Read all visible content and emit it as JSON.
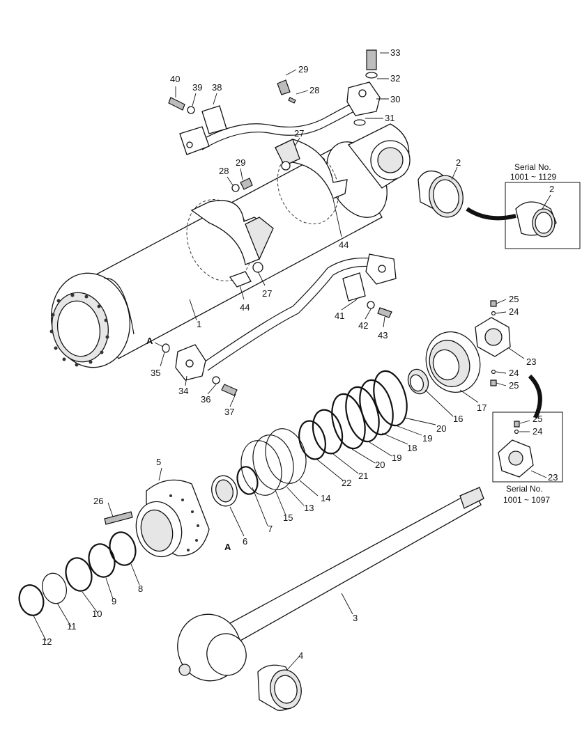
{
  "callouts": [
    {
      "id": "c33",
      "text": "33"
    },
    {
      "id": "c32",
      "text": "32"
    },
    {
      "id": "c29a",
      "text": "29"
    },
    {
      "id": "c28a",
      "text": "28"
    },
    {
      "id": "c30",
      "text": "30"
    },
    {
      "id": "c31",
      "text": "31"
    },
    {
      "id": "c40",
      "text": "40"
    },
    {
      "id": "c39",
      "text": "39"
    },
    {
      "id": "c38",
      "text": "38"
    },
    {
      "id": "c27a",
      "text": "27"
    },
    {
      "id": "c2",
      "text": "2"
    },
    {
      "id": "c28b",
      "text": "28"
    },
    {
      "id": "c29b",
      "text": "29"
    },
    {
      "id": "c44a",
      "text": "44"
    },
    {
      "id": "c27b",
      "text": "27"
    },
    {
      "id": "c44b",
      "text": "44"
    },
    {
      "id": "c1",
      "text": "1"
    },
    {
      "id": "c41",
      "text": "41"
    },
    {
      "id": "c42",
      "text": "42"
    },
    {
      "id": "c43",
      "text": "43"
    },
    {
      "id": "c25a",
      "text": "25"
    },
    {
      "id": "c24a",
      "text": "24"
    },
    {
      "id": "c23a",
      "text": "23"
    },
    {
      "id": "c24b",
      "text": "24"
    },
    {
      "id": "c25b",
      "text": "25"
    },
    {
      "id": "c35",
      "text": "35"
    },
    {
      "id": "c34",
      "text": "34"
    },
    {
      "id": "c36",
      "text": "36"
    },
    {
      "id": "c37",
      "text": "37"
    },
    {
      "id": "c17",
      "text": "17"
    },
    {
      "id": "c16",
      "text": "16"
    },
    {
      "id": "c20a",
      "text": "20"
    },
    {
      "id": "c19a",
      "text": "19"
    },
    {
      "id": "c18",
      "text": "18"
    },
    {
      "id": "c19b",
      "text": "19"
    },
    {
      "id": "c20b",
      "text": "20"
    },
    {
      "id": "c21",
      "text": "21"
    },
    {
      "id": "c22",
      "text": "22"
    },
    {
      "id": "c14",
      "text": "14"
    },
    {
      "id": "c13",
      "text": "13"
    },
    {
      "id": "c15",
      "text": "15"
    },
    {
      "id": "c5",
      "text": "5"
    },
    {
      "id": "c26",
      "text": "26"
    },
    {
      "id": "c6",
      "text": "6"
    },
    {
      "id": "c7",
      "text": "7"
    },
    {
      "id": "c8",
      "text": "8"
    },
    {
      "id": "c9",
      "text": "9"
    },
    {
      "id": "c10",
      "text": "10"
    },
    {
      "id": "c11",
      "text": "11"
    },
    {
      "id": "c12",
      "text": "12"
    },
    {
      "id": "c3",
      "text": "3"
    },
    {
      "id": "c4",
      "text": "4"
    }
  ],
  "markers": {
    "a_left": "A",
    "a_right": "A"
  },
  "inset_top": {
    "title": "Serial No.",
    "range": "1001 ~ 1129",
    "part": "2"
  },
  "inset_right": {
    "title": "Serial No.",
    "range": "1001 ~ 1097",
    "part_a": "25",
    "part_b": "24",
    "part_c": "23"
  }
}
